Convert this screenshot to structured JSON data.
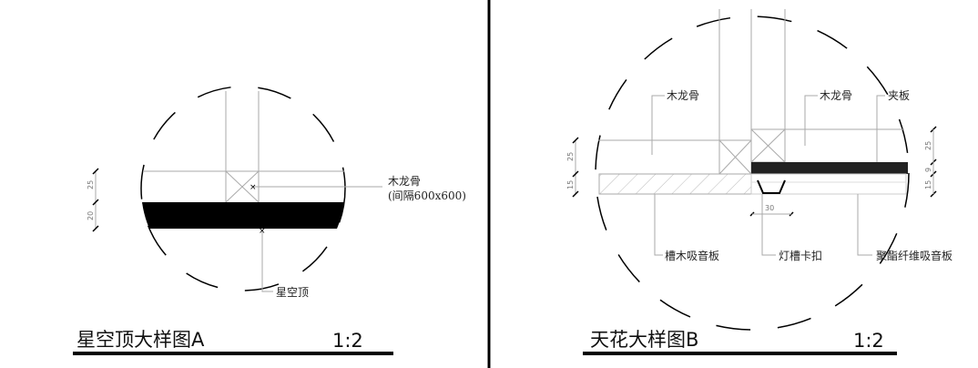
{
  "left": {
    "title": "星空顶大样图A",
    "scale": "1:2",
    "dims": [
      "25",
      "20"
    ],
    "labels": {
      "joist": "木龙骨",
      "joist_spacing": "(间隔600x600)",
      "ceiling": "星空顶"
    }
  },
  "right": {
    "title": "天花大样图B",
    "scale": "1:2",
    "dims_left": [
      "25",
      "15"
    ],
    "dims_right": [
      "25",
      "9",
      "15"
    ],
    "dim_bottom": "30",
    "labels": {
      "joist_left": "木龙骨",
      "joist_right": "木龙骨",
      "plywood": "夹板",
      "groove_panel": "槽木吸音板",
      "light_clip": "灯槽卡扣",
      "polyester_panel": "聚酯纤维吸音板"
    }
  }
}
